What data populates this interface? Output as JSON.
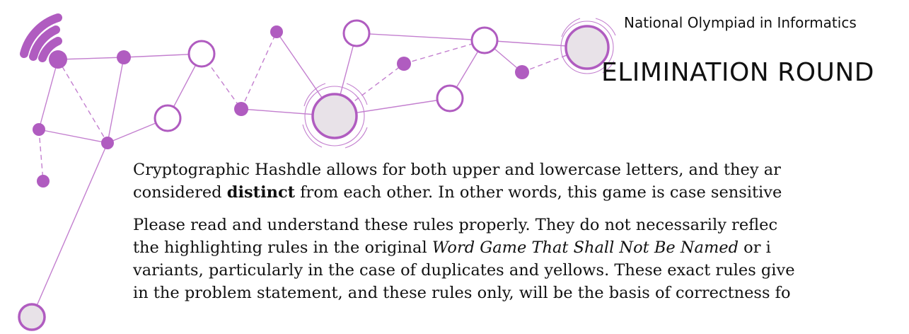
{
  "header": {
    "subtitle": "National Olympiad in Informatics",
    "title": "ELIMINATION ROUND"
  },
  "paragraph1": {
    "line1": "Cryptographic Hashdle allows for both upper and lowercase letters, and they ar",
    "line2_pre": "considered ",
    "line2_bold": "distinct",
    "line2_post": " from each other. In other words, this game is case sensitive"
  },
  "paragraph2": {
    "line1": "Please read and understand these rules properly. They do not necessarily reflec",
    "line2_pre": "the highlighting rules in the original ",
    "line2_italic": "Word Game That Shall Not Be Named",
    "line2_post": " or i",
    "line3": "variants, particularly in the case of duplicates and yellows. These exact rules give",
    "line4": "in the problem statement, and these rules only, will be the basis of correctness fo"
  },
  "colors": {
    "accent": "#b05cc0",
    "node_fill": "#e8e2e8"
  },
  "icons": {
    "corner": "wifi-icon"
  }
}
